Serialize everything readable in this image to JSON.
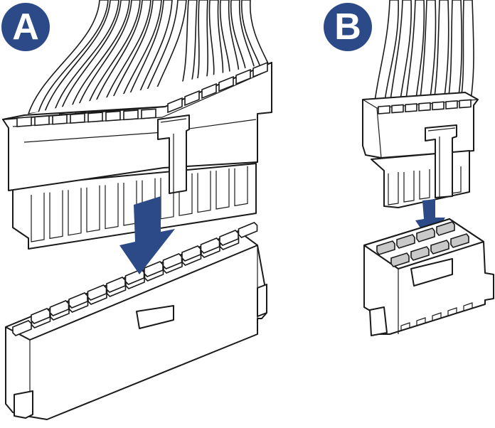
{
  "labels": {
    "a": "A",
    "b": "B"
  },
  "colors": {
    "badge": "#2b4a87",
    "arrow": "#2b4a87",
    "socket_pin_fill_b": "#c9c9c9",
    "outline": "#1a1a1a"
  },
  "connectors": {
    "a": {
      "socket_columns": 12,
      "socket_rows": 2
    },
    "b": {
      "socket_columns": 4,
      "socket_rows": 2
    }
  }
}
